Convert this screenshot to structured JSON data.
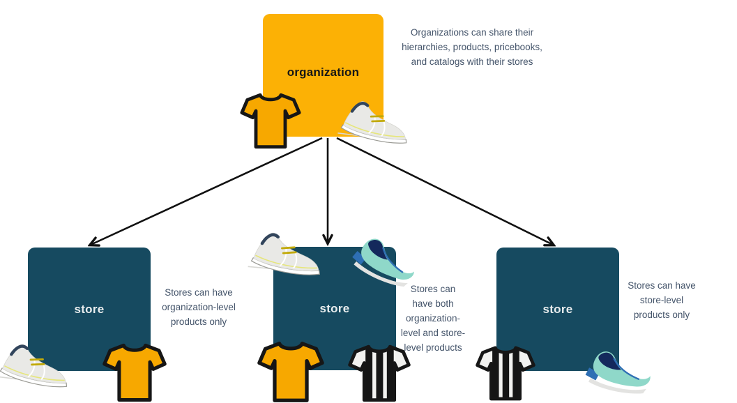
{
  "diagram": {
    "organization": {
      "label": "organization",
      "note": "Organizations can share their\nhierarchies, products, pricebooks,\nand catalogs with their stores",
      "products": [
        "orange-tshirt",
        "sneaker"
      ]
    },
    "stores": [
      {
        "label": "store",
        "note": "Stores can have\norganization-level\nproducts only",
        "products": [
          "sneaker",
          "orange-tshirt"
        ]
      },
      {
        "label": "store",
        "note": "Stores can\nhave both\norganization-\nlevel and store-\nlevel products",
        "products": [
          "sneaker",
          "teal-flat-shoe",
          "orange-tshirt",
          "striped-jersey"
        ]
      },
      {
        "label": "store",
        "note": "Stores can have\nstore-level\nproducts only",
        "products": [
          "striped-jersey",
          "teal-flat-shoe"
        ]
      }
    ],
    "icons": {
      "tshirt": "tshirt-icon",
      "sneaker": "sneaker-icon",
      "jersey": "striped-jersey-icon",
      "teal_shoe": "teal-flat-shoe-icon"
    },
    "colors": {
      "organization_fill": "#FCB105",
      "store_fill": "#164A60",
      "org_label_text": "#161616",
      "store_label_text": "#E9EDEE",
      "note_text": "#44546A",
      "arrow": "#111111",
      "tshirt_fill": "#F7A800",
      "tshirt_outline": "#161616",
      "jersey_fill": "#F2F2F0",
      "jersey_stripe": "#151515",
      "sneaker_body": "#E9E9E6",
      "sneaker_collar": "#32455C",
      "sneaker_lace": "#C2AA0A",
      "teal_shoe_body": "#8FD8C9",
      "teal_shoe_accent": "#2E6FB4",
      "teal_shoe_opening": "#14295C"
    }
  }
}
